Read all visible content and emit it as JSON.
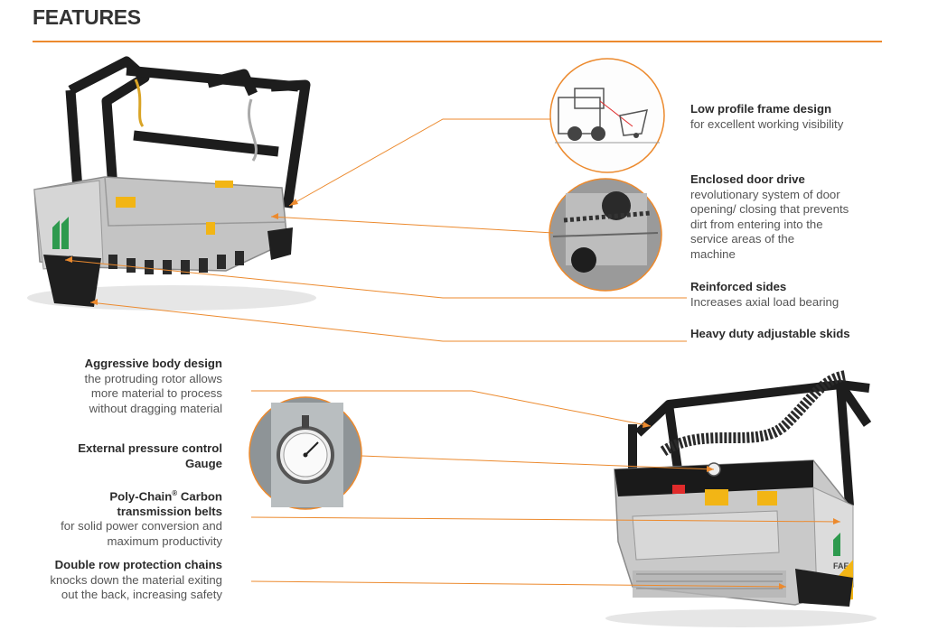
{
  "title": "FEATURES",
  "colors": {
    "accent": "#ec8a2e",
    "machine_grey": "#c9c9c9",
    "frame_black": "#1d1d1d",
    "brand_yellow": "#f2b515",
    "brand_green": "#2e9a4e"
  },
  "logo_text": "FAE",
  "features": [
    {
      "heading": "Low profile frame design",
      "desc": "for excellent working visibility"
    },
    {
      "heading": "Enclosed door drive",
      "desc": [
        "revolutionary system of door",
        "opening/ closing that prevents",
        "dirt from entering into the",
        "service areas of the",
        "machine"
      ]
    },
    {
      "heading": "Reinforced sides",
      "desc": "Increases axial load bearing"
    },
    {
      "heading": "Heavy duty adjustable skids",
      "desc": ""
    },
    {
      "heading": "Aggressive body design",
      "desc": [
        "the protruding rotor allows",
        "more material to process",
        "without dragging material"
      ]
    },
    {
      "heading": [
        "External pressure control",
        "Gauge"
      ],
      "desc": ""
    },
    {
      "heading": [
        "Poly-Chain",
        "®",
        " Carbon",
        "transmission belts"
      ],
      "desc": [
        "for solid power conversion and",
        "maximum productivity"
      ]
    },
    {
      "heading": "Double row protection chains",
      "desc": [
        "knocks down the material exiting",
        "out the back, increasing safety"
      ]
    }
  ]
}
